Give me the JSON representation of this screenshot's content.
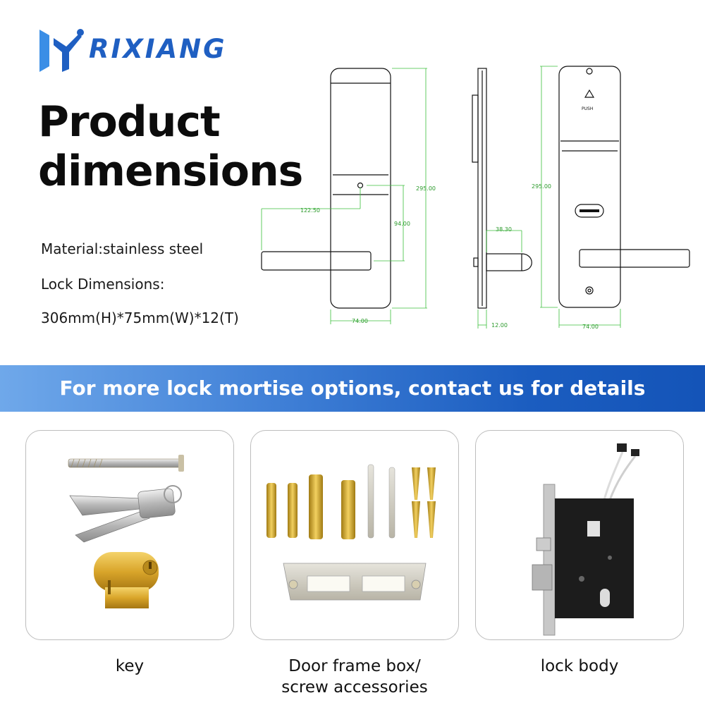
{
  "brand": {
    "name": "RIXIANG",
    "color": "#1f5fc2"
  },
  "title": {
    "line1": "Product",
    "line2": "dimensions"
  },
  "specs": {
    "material": "Material:stainless steel",
    "dims_label": "Lock Dimensions:",
    "dims_value": "306mm(H)*75mm(W)*12(T)"
  },
  "drawing": {
    "front": {
      "height": "295.00",
      "handle_offset": "122.50",
      "cyl_drop": "94.00",
      "width": "74.00"
    },
    "side": {
      "projection": "38.30",
      "thickness": "12.00"
    },
    "back": {
      "height": "295.00",
      "width": "74.00",
      "push_label": "PUSH"
    }
  },
  "banner": {
    "text": "For more lock mortise options, contact us for details",
    "accent": "#1b5dc0"
  },
  "cards": [
    {
      "name": "key",
      "caption": "key"
    },
    {
      "name": "door-frame-box",
      "caption_line1": "Door frame box/",
      "caption_line2": "screw accessories"
    },
    {
      "name": "lock-body",
      "caption": "lock body"
    }
  ]
}
